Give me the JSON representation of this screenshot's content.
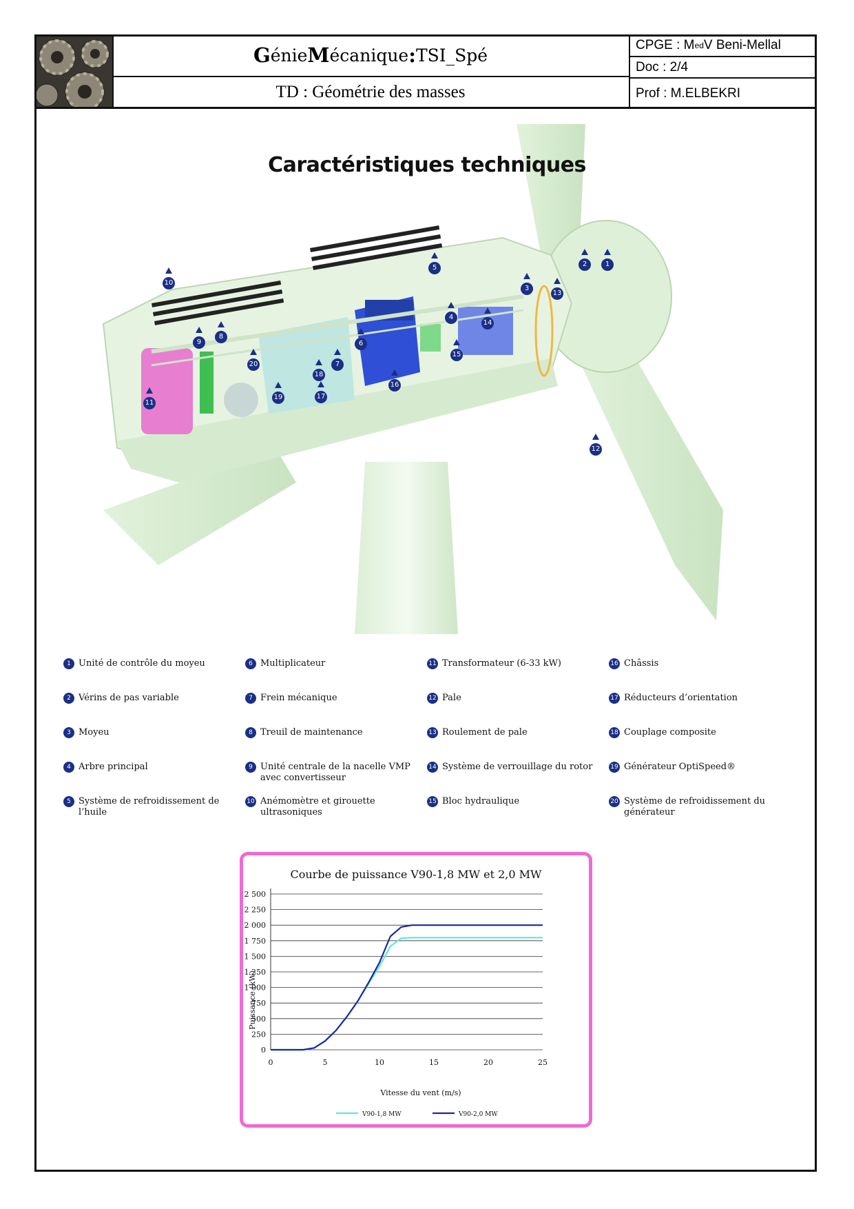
{
  "header": {
    "title_g": "G",
    "title_part1": "énie ",
    "title_m": "M",
    "title_part2": "écanique ",
    "title_colon": ":",
    "title_part3": " TSI_Spé",
    "subtitle": "TD : Géométrie des masses",
    "school_prefix": "CPGE : M",
    "school_sup": "ed",
    "school_suffix": " V Beni-Mellal",
    "doc": "Doc : 2/4",
    "prof": "Prof : M.ELBEKRI"
  },
  "section_title": "Caractéristiques techniques",
  "callouts": [
    "1",
    "2",
    "3",
    "4",
    "5",
    "6",
    "7",
    "8",
    "9",
    "10",
    "11",
    "12",
    "13",
    "14",
    "15",
    "16",
    "17",
    "18",
    "19",
    "20"
  ],
  "legend": [
    {
      "num": "1",
      "text": "Unité de contrôle du moyeu"
    },
    {
      "num": "2",
      "text": "Vérins de pas variable"
    },
    {
      "num": "3",
      "text": "Moyeu"
    },
    {
      "num": "4",
      "text": "Arbre principal"
    },
    {
      "num": "5",
      "text": "Système de refroidissement de l’huile"
    },
    {
      "num": "6",
      "text": "Multiplicateur"
    },
    {
      "num": "7",
      "text": "Frein mécanique"
    },
    {
      "num": "8",
      "text": "Treuil de maintenance"
    },
    {
      "num": "9",
      "text": "Unité centrale de la nacelle VMP avec convertisseur"
    },
    {
      "num": "10",
      "text": "Anémomètre et girouette ultrasoniques"
    },
    {
      "num": "11",
      "text": "Transformateur (6-33 kW)"
    },
    {
      "num": "12",
      "text": "Pale"
    },
    {
      "num": "13",
      "text": "Roulement de pale"
    },
    {
      "num": "14",
      "text": "Système de verrouillage du rotor"
    },
    {
      "num": "15",
      "text": "Bloc hydraulique"
    },
    {
      "num": "16",
      "text": "Châssis"
    },
    {
      "num": "17",
      "text": "Réducteurs d’orientation"
    },
    {
      "num": "18",
      "text": "Couplage composite"
    },
    {
      "num": "19",
      "text": "Générateur OptiSpeed®"
    },
    {
      "num": "20",
      "text": "Système de refroidissement du générateur"
    }
  ],
  "chart_data": {
    "type": "line",
    "title": "Courbe de puissance V90-1,8 MW et 2,0 MW",
    "xlabel": "Vitesse du vent (m/s)",
    "ylabel": "Puissance (kW)",
    "xlim": [
      0,
      25
    ],
    "ylim": [
      0,
      2500
    ],
    "xticks": [
      "0",
      "5",
      "10",
      "15",
      "20",
      "25"
    ],
    "yticks": [
      "0",
      "250",
      "500",
      "750",
      "1 000",
      "1 250",
      "1 500",
      "1 750",
      "2 000",
      "2 250",
      "2 500"
    ],
    "grid": true,
    "legend_position": "bottom",
    "colors": {
      "V90-1,8 MW": "#5ee8d8",
      "V90-2,0 MW": "#1a2a9a"
    },
    "series": [
      {
        "name": "V90-1,8 MW",
        "x": [
          0,
          3,
          4,
          5,
          6,
          7,
          8,
          9,
          10,
          11,
          12,
          13,
          14,
          15,
          20,
          25
        ],
        "y": [
          0,
          0,
          30,
          140,
          310,
          530,
          780,
          1060,
          1340,
          1660,
          1790,
          1800,
          1800,
          1800,
          1800,
          1800
        ]
      },
      {
        "name": "V90-2,0 MW",
        "x": [
          0,
          3,
          4,
          5,
          6,
          7,
          8,
          9,
          10,
          11,
          12,
          13,
          14,
          15,
          20,
          25
        ],
        "y": [
          0,
          0,
          30,
          140,
          310,
          530,
          780,
          1080,
          1400,
          1820,
          1970,
          2000,
          2000,
          2000,
          2000,
          2000
        ]
      }
    ]
  }
}
